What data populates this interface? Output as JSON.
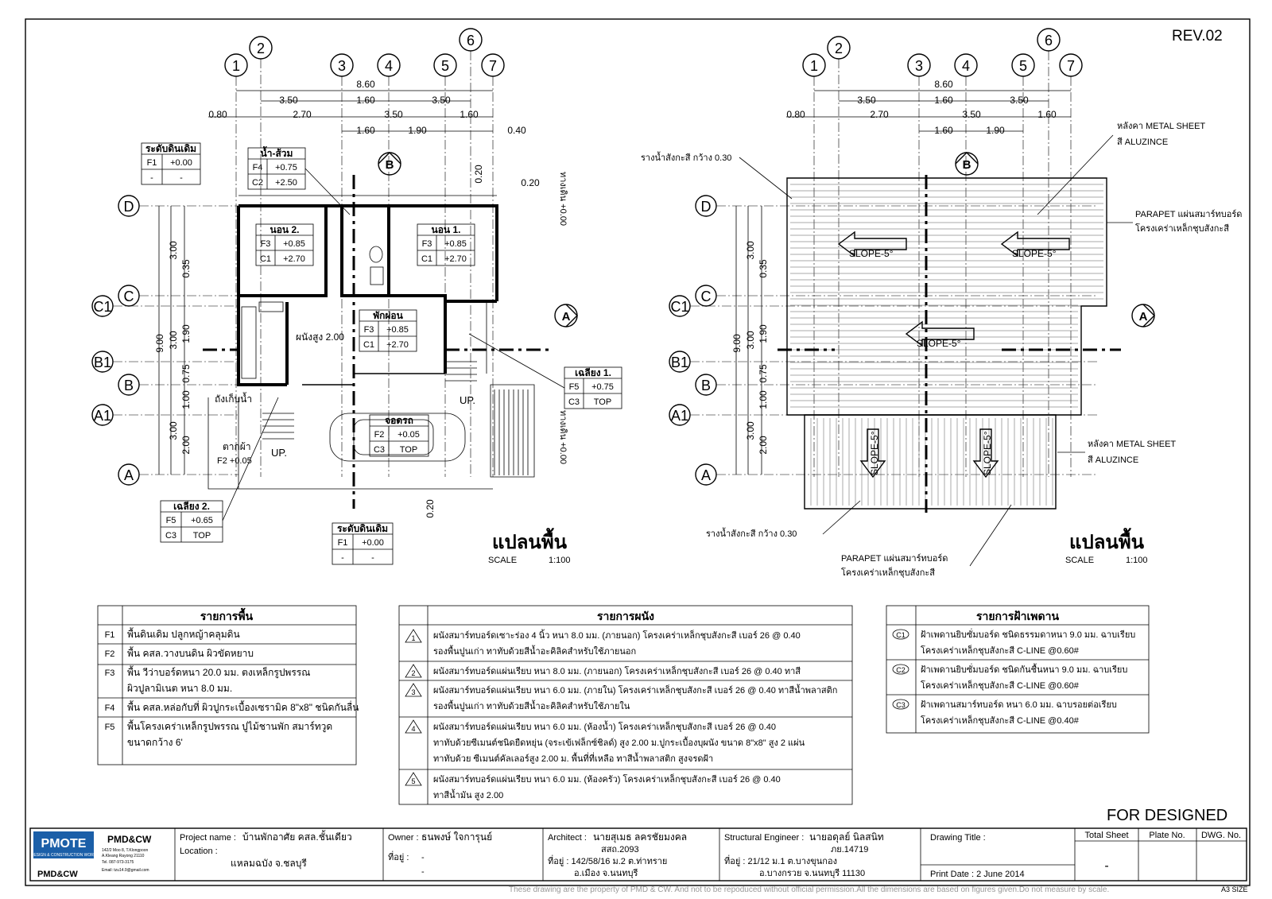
{
  "revision": "REV.02",
  "grid_labels": {
    "columns": [
      "1",
      "2",
      "3",
      "4",
      "5",
      "6",
      "7"
    ],
    "rows": [
      "D",
      "C",
      "C1",
      "B1",
      "B",
      "A1",
      "A"
    ]
  },
  "dims": {
    "overall": "8.60",
    "row1": [
      "3.50",
      "1.60",
      "3.50"
    ],
    "row2": [
      "0.80",
      "2.70",
      "3.50",
      "1.60"
    ],
    "row3": [
      "1.60",
      "1.90",
      "0.40"
    ],
    "left_total": "9.00",
    "left_a": [
      "3.00",
      "3.00",
      "3.00"
    ],
    "left_b": [
      "0.35",
      "1.90",
      "0.75",
      "1.00",
      "2.00"
    ],
    "small_020": "0.20",
    "small_020b": "0.20",
    "small_020c": "0.20",
    "setback": "ทางเดิน +0.00"
  },
  "floor_plan": {
    "title": "แปลนพื้น",
    "scale_label": "SCALE",
    "scale_value": "1:100",
    "rooms": {
      "bed2": {
        "name": "นอน 2.",
        "f": "F3",
        "fv": "+0.85",
        "c": "C1",
        "cv": "+2.70"
      },
      "bed1": {
        "name": "นอน 1.",
        "f": "F3",
        "fv": "+0.85",
        "c": "C1",
        "cv": "+2.70"
      },
      "bath": {
        "name": "น้ำ-ส้วม",
        "f": "F4",
        "fv": "+0.75",
        "c": "C2",
        "cv": "+2.50"
      },
      "living": {
        "name": "พักผ่อน",
        "f": "F3",
        "fv": "+0.85",
        "c": "C1",
        "cv": "+2.70"
      },
      "terrace1": {
        "name": "เฉลียง 1.",
        "f": "F5",
        "fv": "+0.75",
        "c": "C3",
        "cv": "TOP"
      },
      "terrace2": {
        "name": "เฉลียง 2.",
        "f": "F5",
        "fv": "+0.65",
        "c": "C3",
        "cv": "TOP"
      },
      "parking": {
        "name": "จอดรถ",
        "f": "F2",
        "fv": "+0.05",
        "c": "C3",
        "cv": "TOP"
      },
      "ground_top": {
        "name": "ระดับดินเดิม",
        "f": "F1",
        "fv": "+0.00",
        "c": "-",
        "cv": "-"
      },
      "ground_bottom": {
        "name": "ระดับดินเดิม",
        "f": "F1",
        "fv": "+0.00",
        "c": "-",
        "cv": "-"
      }
    },
    "notes": {
      "wall_height": "ผนังสูง 2.00",
      "tank": "ถังเก็บน้ำ",
      "laundry": "ตากผ้า",
      "laundry_level": "F2 +0.05",
      "up1": "UP.",
      "up2": "UP.",
      "sec_a": "A",
      "sec_b": "B"
    }
  },
  "roof_plan": {
    "title": "แปลนพื้น",
    "scale_label": "SCALE",
    "scale_value": "1:100",
    "roof1": "หลังคา METAL SHEET",
    "roof1b": "สี ALUZINCE",
    "roof2": "หลังคา METAL SHEET",
    "roof2b": "สี ALUZINCE",
    "gutter1": "รางน้ำสังกะสี กว้าง 0.30",
    "gutter2": "รางน้ำสังกะสี กว้าง 0.30",
    "parapet1": "PARAPET แผ่นสมาร์ทบอร์ด",
    "parapet1b": "โครงเคร่าเหล็กชุบสังกะสี",
    "parapet2": "PARAPET แผ่นสมาร์ทบอร์ด",
    "parapet2b": "โครงเคร่าเหล็กชุบสังกะสี",
    "slope": "SLOPE-5°"
  },
  "floor_schedule": {
    "title": "รายการพื้น",
    "items": [
      {
        "code": "F1",
        "lines": [
          "พื้นดินเดิม ปลูกหญ้าคลุมดิน"
        ]
      },
      {
        "code": "F2",
        "lines": [
          "พื้น คสล.วางบนดิน ผิวขัดหยาบ"
        ]
      },
      {
        "code": "F3",
        "lines": [
          "พื้น วีว่าบอร์ดหนา 20.0 มม. ตงเหล็กรูปพรรณ",
          "ผิวปูลามิเนต หนา 8.0 มม."
        ]
      },
      {
        "code": "F4",
        "lines": [
          "พื้น คสล.หล่อกับที่ ผิวปูกระเบื้องเซรามิค 8\"x8\" ชนิดกันลื่น"
        ]
      },
      {
        "code": "F5",
        "lines": [
          "พื้นโครงเคร่าเหล็กรูปพรรณ ปูไม้ชานพัก สมาร์ทวูด",
          "ขนาดกว้าง  6'"
        ]
      }
    ]
  },
  "wall_schedule": {
    "title": "รายการผนัง",
    "items": [
      {
        "code": "1",
        "lines": [
          "ผนังสมาร์ทบอร์ดเซาะร่อง 4 นิ้ว หนา 8.0 มม. (ภายนอก) โครงเคร่าเหล็กชุบสังกะสี เบอร์ 26 @ 0.40",
          "รองพื้นปูนเก่า ทาทับด้วยสีน้ำอะคิลิคสำหรับใช้ภายนอก"
        ]
      },
      {
        "code": "2",
        "lines": [
          "ผนังสมาร์ทบอร์ดแผ่นเรียบ หนา 8.0 มม. (ภายนอก) โครงเคร่าเหล็กชุบสังกะสี เบอร์ 26 @ 0.40 ทาสี"
        ]
      },
      {
        "code": "3",
        "lines": [
          "ผนังสมาร์ทบอร์ดแผ่นเรียบ หนา 6.0 มม. (ภายใน) โครงเคร่าเหล็กชุบสังกะสี เบอร์ 26 @ 0.40 ทาสีน้ำพลาสติก",
          "รองพื้นปูนเก่า ทาทับด้วยสีน้ำอะคิลิคสำหรับใช้ภายใน"
        ]
      },
      {
        "code": "4",
        "lines": [
          "ผนังสมาร์ทบอร์ดแผ่นเรียบ หนา 6.0 มม. (ห้องน้ำ)  โครงเคร่าเหล็กชุบสังกะสี เบอร์ 26 @ 0.40",
          "ทาทับด้วยซีเมนต์ชนิดยืดหยุ่น (จระเข้เฟล็กซ์ชิลด์) สูง 2.00 ม.ปูกระเบื้องบุผนัง ขนาด 8\"x8\" สูง 2 แผ่น",
          "ทาทับด้วย ซีเมนต์คัลเลอร์สูง 2.00 ม. พื้นที่ที่เหลือ ทาสีน้ำพลาสติก สูงจรดฝ้า"
        ]
      },
      {
        "code": "5",
        "lines": [
          "ผนังสมาร์ทบอร์ดแผ่นเรียบ หนา 6.0 มม. (ห้องครัว) โครงเคร่าเหล็กชุบสังกะสี เบอร์ 26 @ 0.40",
          "ทาสีน้ำมัน สูง 2.00"
        ]
      }
    ]
  },
  "ceiling_schedule": {
    "title": "รายการฝ้าเพดาน",
    "items": [
      {
        "code": "C1",
        "lines": [
          "ฝ้าเพดานยิบซั่มบอร์ด ชนิดธรรมดาหนา 9.0 มม. ฉาบเรียบ",
          "โครงเคร่าเหล็กชุบสังกะสี C-LINE @0.60#"
        ]
      },
      {
        "code": "C2",
        "lines": [
          "ฝ้าเพดานยิบซั่มบอร์ด ชนิดกันชื้นหนา 9.0 มม. ฉาบเรียบ",
          "โครงเคร่าเหล็กชุบสังกะสี C-LINE @0.60#"
        ]
      },
      {
        "code": "C3",
        "lines": [
          "ฝ้าเพดานสมาร์ทบอร์ด หนา 6.0 มม. ฉาบรอยต่อเรียบ",
          "โครงเคร่าเหล็กชุบสังกะสี C-LINE @0.40#"
        ]
      }
    ]
  },
  "for_designed": "FOR DESIGNED",
  "title_block": {
    "logo": "PMOTE",
    "logo_sub": "DESIGN & CONSTRUCTION WORK",
    "company": "PMD&CW",
    "company2": "PMD&CW",
    "address": [
      "142/2 Moo 8, T.Klongpoon",
      "A.Kleang Rayong 21110",
      "Tel. 087-973-3175",
      "Email: tzu14.9@gmail.com"
    ],
    "project_label": "Project name :",
    "project_value": "บ้านพักอาศัย คสล.ชั้นเดียว",
    "location_label": "Location :",
    "location_value": "แหลมฉบัง จ.ชลบุรี",
    "owner_label": "Owner :",
    "owner_value": "ธนพงษ์ ใจการุนย์",
    "owner_addr_label": "ที่อยู่ :",
    "owner_addr1": "-",
    "owner_addr2": "-",
    "architect_label": "Architect :",
    "architect_value": "นายสุเมธ ลครชัยมงคล",
    "architect_lic": "สสถ.2093",
    "architect_addr1": "ที่อยู่ : 142/58/16 ม.2 ต.ท่าทราย",
    "architect_addr2": "อ.เมือง จ.นนทบุรี",
    "struct_label": "Structural Engineer :",
    "struct_value": "นายอดุลย์ นิลสนิท",
    "struct_lic": "ภย.14719",
    "struct_addr1": "ที่อยู่ : 21/12 ม.1 ต.บางขุนกอง",
    "struct_addr2": "อ.บางกรวย จ.นนทบุรี 11130",
    "drawing_title_label": "Drawing Title :",
    "print_date": "Print Date :  2 June 2014",
    "total_sheet": "Total Sheet",
    "plate_no": "Plate No.",
    "dwg_no": "DWG. No.",
    "total_value": "-",
    "disclaimer": "These drawing are the property of PMD & CW. And not to be repoduced without official permission.All the dimensions are based on figures given.Do not measure by scale.",
    "paper": "A3 SIZE"
  }
}
